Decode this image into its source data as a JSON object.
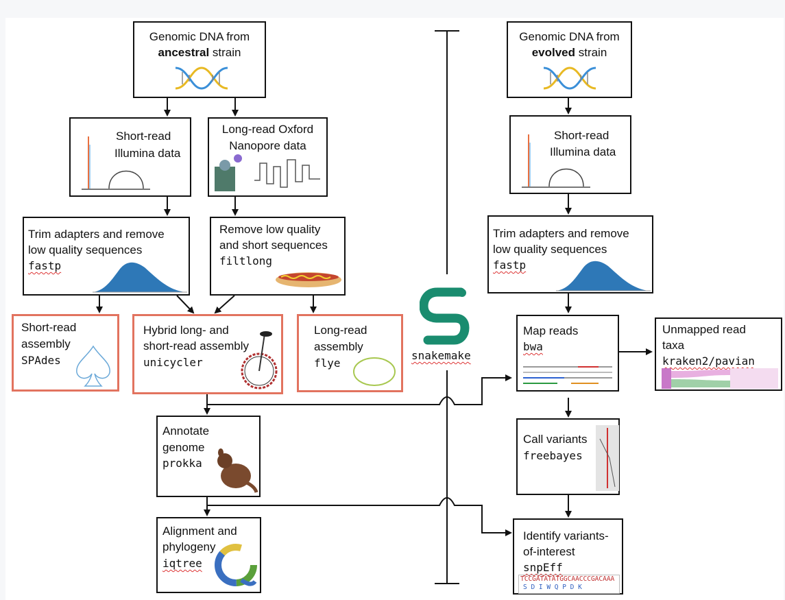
{
  "ancestral": {
    "genomic_l1": "Genomic DNA from",
    "genomic_bold": "ancestral",
    "genomic_l2": " strain",
    "short_l1": "Short-read",
    "short_l2": "Illumina data",
    "long_l1": "Long-read Oxford",
    "long_l2": "Nanopore data",
    "trim_l1": "Trim adapters and remove",
    "trim_l2": "low quality sequences",
    "trim_tool": "fastp",
    "filt_l1": "Remove low quality",
    "filt_l2": "and short sequences",
    "filt_tool": "filtlong",
    "spades_l1": "Short-read",
    "spades_l2": "assembly",
    "spades_tool": "SPAdes",
    "hybrid_l1": "Hybrid long- and",
    "hybrid_l2": "short-read assembly",
    "hybrid_tool": "unicycler",
    "flye_l1": "Long-read",
    "flye_l2": "assembly",
    "flye_tool": "flye",
    "annot_l1": "Annotate",
    "annot_l2": "genome",
    "annot_tool": "prokka",
    "align_l1": "Alignment and",
    "align_l2": "phylogeny",
    "align_tool": "iqtree"
  },
  "center": {
    "logo_text": "snakemake"
  },
  "evolved": {
    "genomic_l1": "Genomic DNA from",
    "genomic_bold": "evolved",
    "genomic_l2": " strain",
    "short_l1": "Short-read",
    "short_l2": "Illumina data",
    "trim_l1": "Trim adapters and remove",
    "trim_l2": "low quality sequences",
    "trim_tool": "fastp",
    "map_l1": "Map reads",
    "map_tool": "bwa",
    "unmapped_l1": "Unmapped read",
    "unmapped_l2": "taxa",
    "unmapped_tool": "kraken2/pavian",
    "call_l1": "Call variants",
    "call_tool": "freebayes",
    "ident_l1": "Identify variants-",
    "ident_l2": "of-interest",
    "ident_tool": "snpEff",
    "codon_seq": "TCCGATATATGGCAACCCGACAAA",
    "codon_aa": "S  D  I  W  Q  P  D  K"
  },
  "colors": {
    "assembly_border": "#e2735f",
    "snake": "#1a8c6f",
    "histogram": "#2e78b7"
  }
}
